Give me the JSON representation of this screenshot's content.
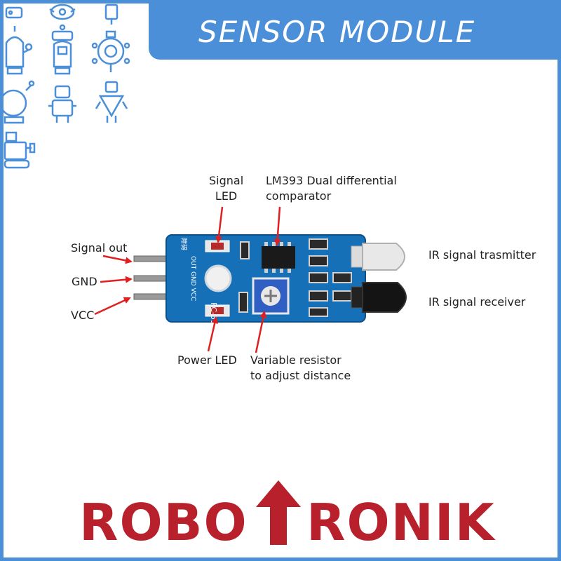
{
  "banner": {
    "title": "SENSOR MODULE"
  },
  "labels": {
    "signal_led": "Signal\nLED",
    "comparator": "LM393 Dual differential\ncomparator",
    "signal_out": "Signal out",
    "gnd": "GND",
    "vcc": "VCC",
    "ir_transmitter": "IR signal trasmitter",
    "ir_receiver": "IR signal receiver",
    "power_led": "Power LED",
    "variable_resistor": "Variable resistor\nto adjust distance"
  },
  "board": {
    "model": "FC-51",
    "pins": "OUT GND VCC",
    "obstacle": "障碍"
  },
  "logo": {
    "left": "ROBO",
    "right": "RONIK"
  },
  "colors": {
    "accent": "#4a8fd8",
    "logo": "#b8202c",
    "arrow": "#e02020",
    "pcb": "#1670b8"
  },
  "icons": [
    "robot-icon",
    "robot-icon",
    "robot-icon",
    "robot-icon",
    "robot-icon",
    "robot-icon",
    "robot-icon",
    "robot-icon",
    "robot-icon",
    "robot-icon"
  ]
}
